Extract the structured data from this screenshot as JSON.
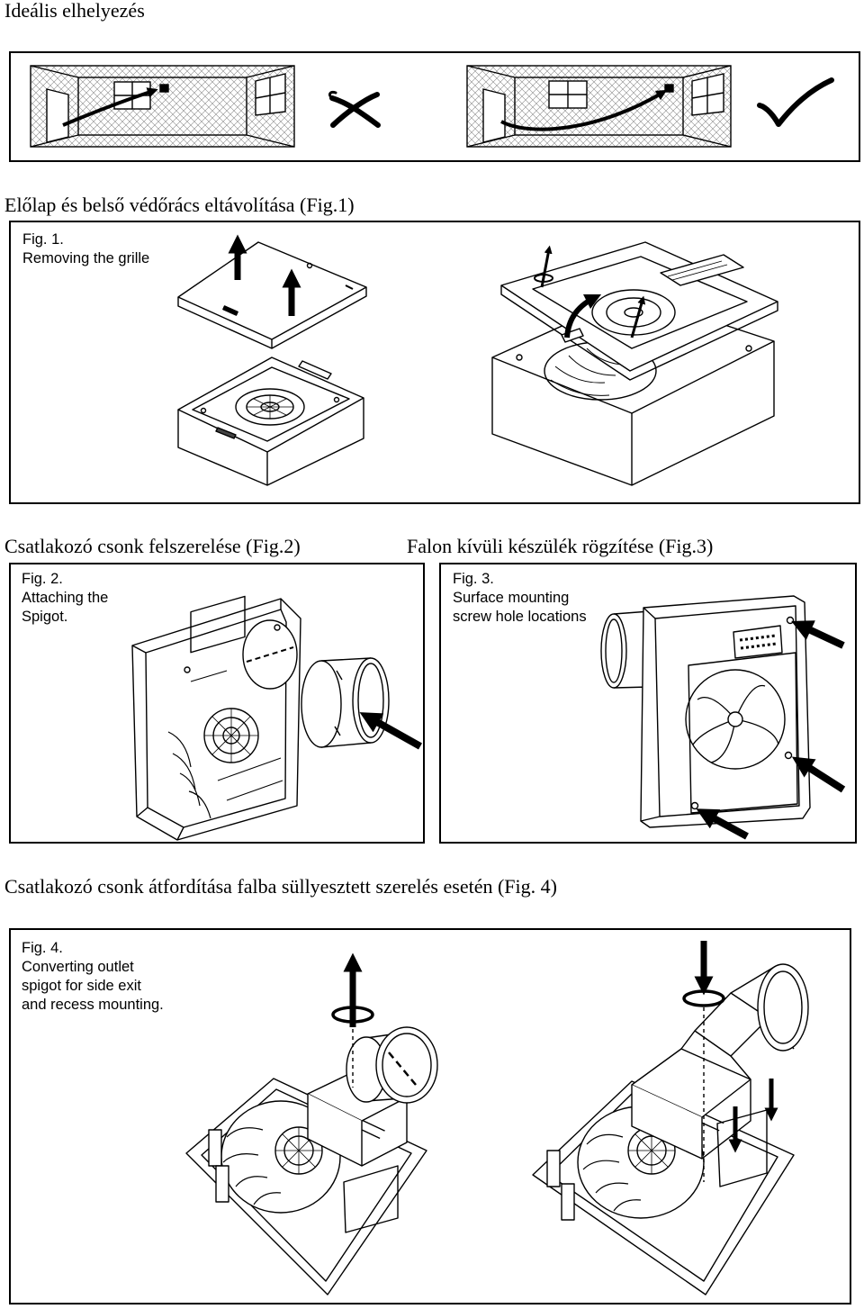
{
  "headings": {
    "placement": "Ideális elhelyezés",
    "fig1": "Előlap és belső védőrács eltávolítása (Fig.1)",
    "fig2": "Csatlakozó csonk felszerelése (Fig.2)",
    "fig3": "Falon kívüli készülék rögzítése (Fig.3)",
    "fig4": "Csatlakozó csonk átfordítása falba süllyesztett szerelés esetén (Fig. 4)"
  },
  "figures": {
    "fig1": {
      "label": "Fig. 1.",
      "lines": [
        "Removing the grille"
      ]
    },
    "fig2": {
      "label": "Fig. 2.",
      "lines": [
        "Attaching the",
        "Spigot."
      ]
    },
    "fig3": {
      "label": "Fig. 3.",
      "lines": [
        "Surface mounting",
        "screw hole locations"
      ]
    },
    "fig4": {
      "label": "Fig. 4.",
      "lines": [
        "Converting outlet",
        "spigot for side exit",
        "and recess mounting."
      ]
    }
  },
  "placement": {
    "incorrect_icon": "cross-mark-icon",
    "correct_icon": "check-mark-icon"
  }
}
